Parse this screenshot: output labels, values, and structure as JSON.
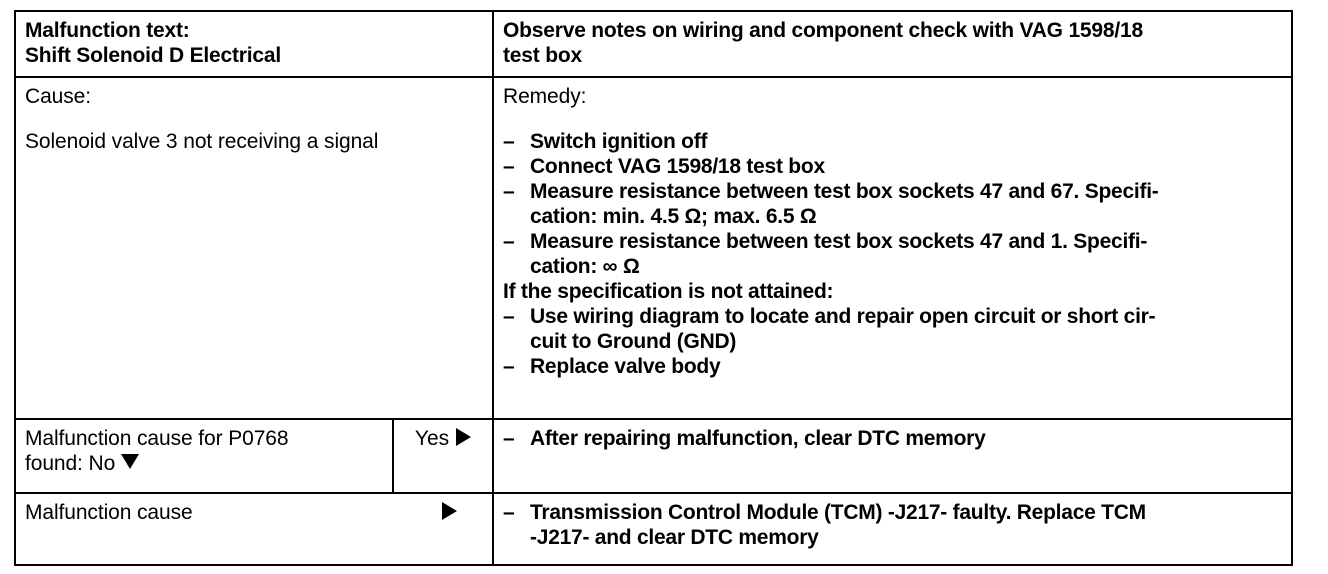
{
  "table": {
    "header": {
      "left": {
        "label": "Malfunction text:",
        "value": "Shift Solenoid D Electrical"
      },
      "right": {
        "line1": "Observe notes on wiring and component check with VAG 1598/18",
        "line2": "test box"
      }
    },
    "cause_row": {
      "left": {
        "title": "Cause:",
        "text": "Solenoid valve 3 not receiving a signal"
      },
      "right": {
        "title": "Remedy:",
        "items": [
          {
            "line1": "Switch ignition off",
            "line2": ""
          },
          {
            "line1": "Connect VAG 1598/18 test box",
            "line2": ""
          },
          {
            "line1": "Measure resistance between test box sockets 47 and 67. Specifi-",
            "line2": "cation:  min. 4.5 Ω;  max. 6.5 Ω"
          },
          {
            "line1": "Measure resistance between test box sockets 47 and 1. Specifi-",
            "line2": "cation: ∞ Ω"
          }
        ],
        "section_title": "If the specification is not attained:",
        "items2": [
          {
            "line1": "Use wiring diagram to locate and repair open circuit or short cir-",
            "line2": "cuit to Ground (GND)"
          },
          {
            "line1": "Replace valve body",
            "line2": ""
          }
        ]
      }
    },
    "found_row": {
      "left": {
        "line1": "Malfunction cause for P0768",
        "line2_prefix": "found: No"
      },
      "yes": {
        "label": "Yes"
      },
      "right": {
        "items": [
          {
            "line1": "After repairing malfunction, clear DTC memory",
            "line2": ""
          }
        ]
      }
    },
    "cause_row2": {
      "left": {
        "label": "Malfunction cause"
      },
      "right": {
        "items": [
          {
            "line1": "Transmission Control Module (TCM) -J217- faulty.  Replace TCM",
            "line2": "-J217- and clear DTC memory"
          }
        ]
      }
    }
  },
  "icons": {
    "arrow_right": "triangle-right-icon",
    "arrow_down": "triangle-down-icon"
  },
  "colors": {
    "ink": "#000000",
    "paper": "#ffffff"
  }
}
